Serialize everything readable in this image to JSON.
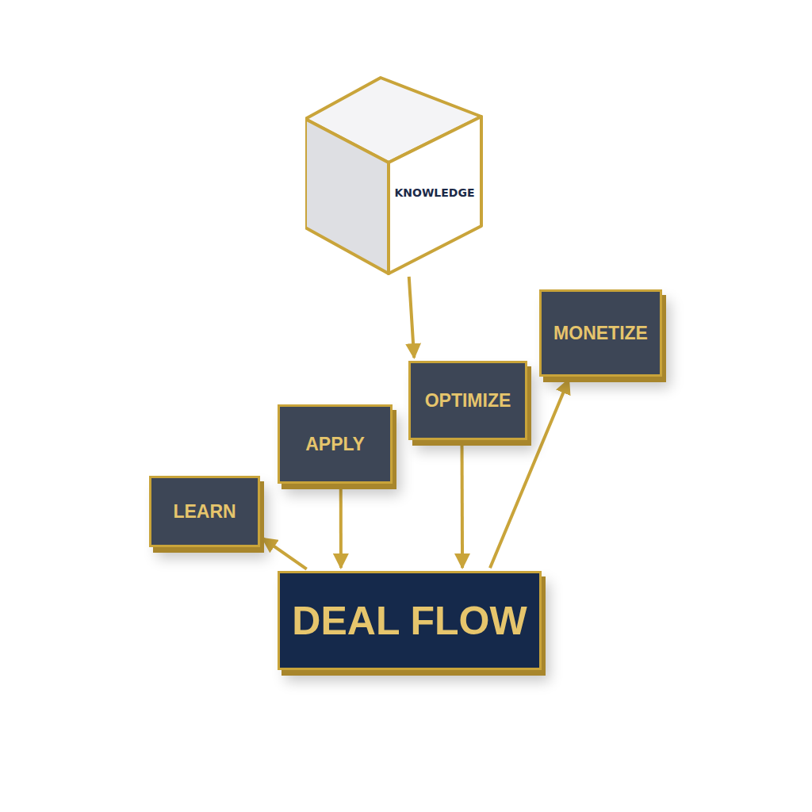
{
  "diagram": {
    "nodes": [
      {
        "text": [
          "KNOWLEDGE"
        ]
      },
      {
        "text": [
          "LEARN"
        ]
      },
      {
        "text": [
          "APPLY"
        ]
      },
      {
        "text": [
          "OPTIMIZE"
        ]
      },
      {
        "text": [
          "MONETIZE"
        ]
      },
      {
        "text": [
          "DEAL FLOW"
        ]
      }
    ],
    "edges": [
      {
        "from": 0,
        "to": 3,
        "arrow": "to"
      },
      {
        "from": 2,
        "to": 5,
        "arrow": "to"
      },
      {
        "from": 3,
        "to": 5,
        "arrow": "to"
      },
      {
        "from": 5,
        "to": 1,
        "arrow": "to"
      },
      {
        "from": 5,
        "to": 4,
        "arrow": "to"
      }
    ]
  }
}
